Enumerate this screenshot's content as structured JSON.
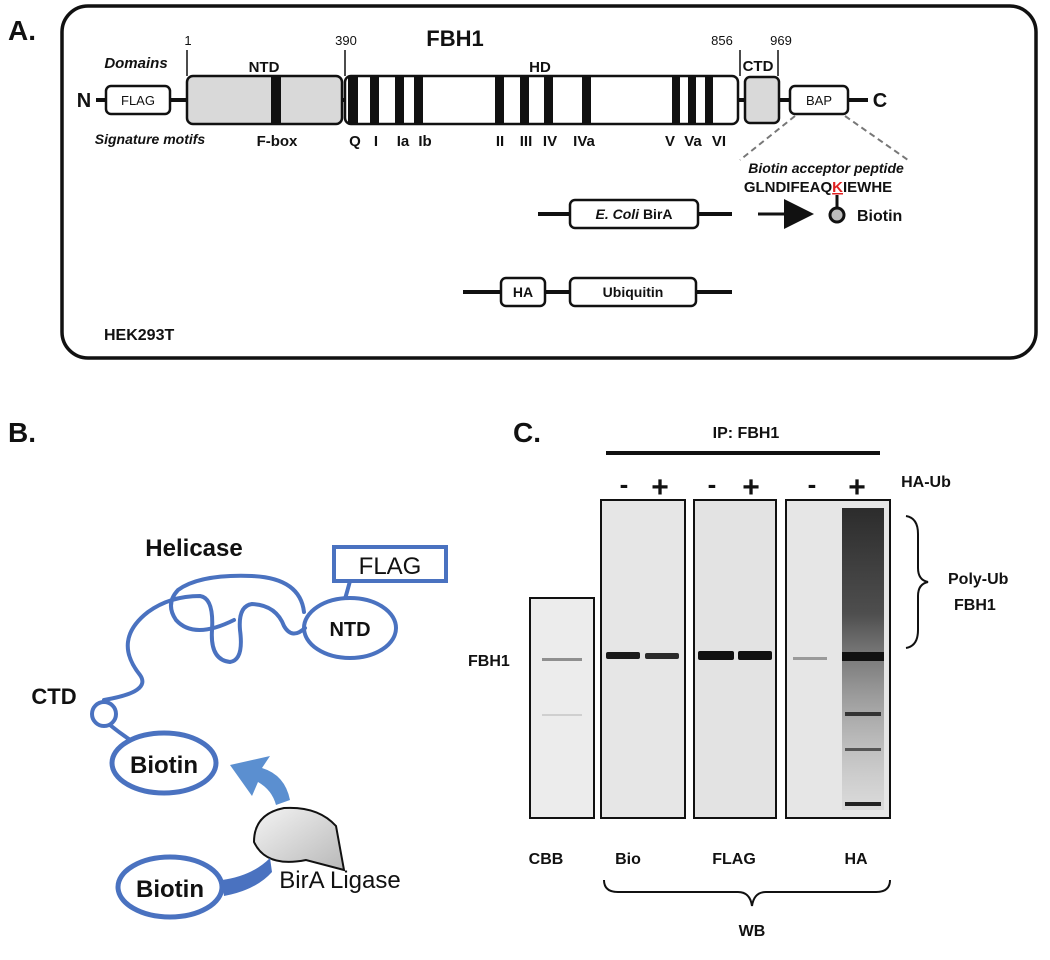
{
  "panel_a": {
    "label": "A.",
    "title": "FBH1",
    "domains_label": "Domains",
    "motifs_label": "Signature motifs",
    "cell_line": "HEK293T",
    "n_terminus": "N",
    "c_terminus": "C",
    "positions": [
      "1",
      "390",
      "856",
      "969"
    ],
    "domain_names": [
      "NTD",
      "HD",
      "CTD"
    ],
    "tags": [
      "FLAG",
      "BAP"
    ],
    "motifs": [
      "F-box",
      "Q",
      "I",
      "Ia",
      "Ib",
      "II",
      "III",
      "IV",
      "IVa",
      "V",
      "Va",
      "VI"
    ],
    "bap_title": "Biotin acceptor peptide",
    "peptide_prefix": "GLNDIFEAQ",
    "peptide_site": "K",
    "peptide_suffix": "IEWHE",
    "birA_italic": "E. Coli",
    "birA_name": "BirA",
    "biotin": "Biotin",
    "ha": "HA",
    "ubiquitin": "Ubiquitin"
  },
  "panel_b": {
    "label": "B.",
    "helicase": "Helicase",
    "flag": "FLAG",
    "ntd": "NTD",
    "ctd": "CTD",
    "biotin_bound": "Biotin",
    "biotin_free": "Biotin",
    "ligase": "BirA Ligase"
  },
  "panel_c": {
    "label": "C.",
    "ip": "IP: FBH1",
    "ha_ub": "HA-Ub",
    "lane_signs": [
      "-",
      "+",
      "-",
      "+",
      "-",
      "+"
    ],
    "fbh1": "FBH1",
    "poly_ub_1": "Poly-Ub",
    "poly_ub_2": "FBH1",
    "blots": [
      "CBB",
      "Bio",
      "FLAG",
      "HA"
    ],
    "wb": "WB"
  },
  "colors": {
    "blue": "#4a72c0",
    "blue_arrow": "#5b8fd0",
    "domain_fill": "#d9d9d9",
    "site": "#e02020",
    "frame": "#111111"
  }
}
